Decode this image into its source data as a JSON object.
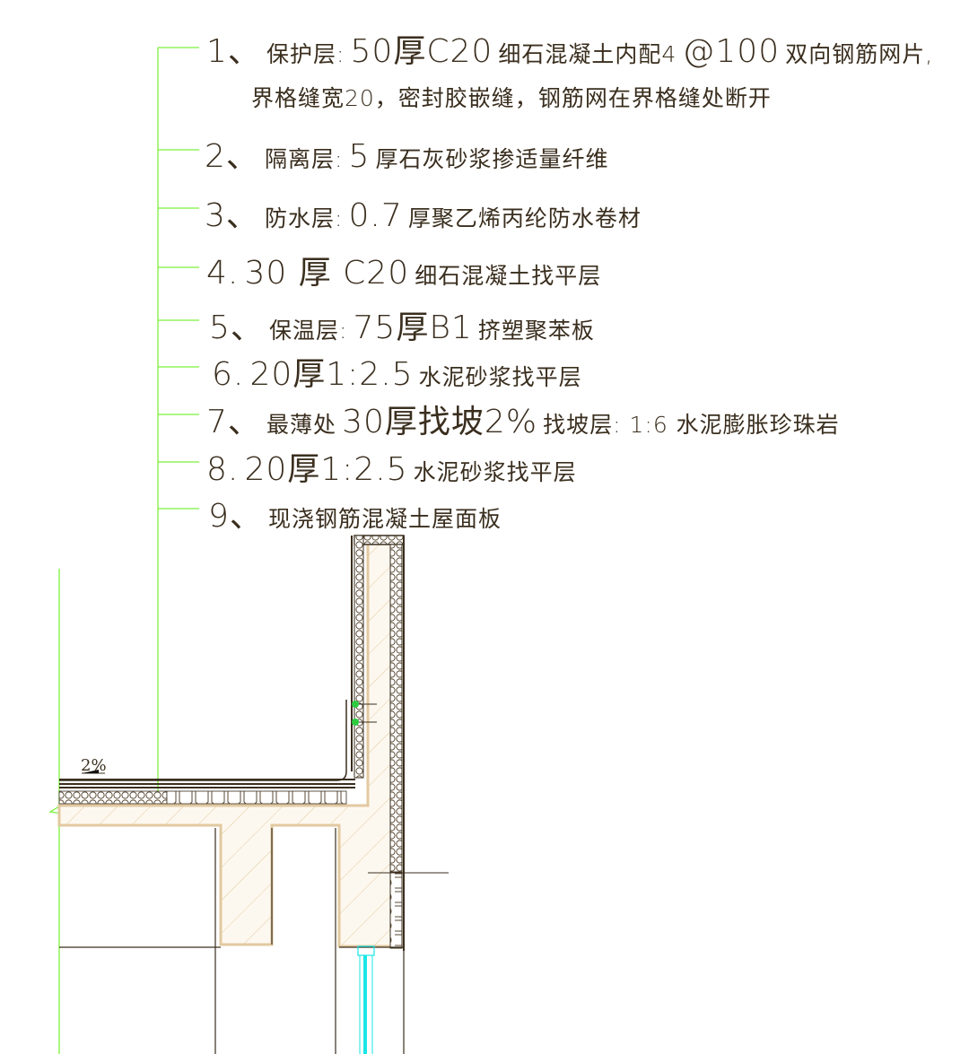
{
  "drawing": {
    "type": "roof-parapet-section-detail",
    "colors": {
      "leader": "#7cf03c",
      "text": "#3a2e1e",
      "outline": "#3a2e1e",
      "concrete_fill": "#e9d5b5",
      "insulation": "#5a4a35",
      "window_glass": "#19e6e6"
    },
    "slope_label": "2%",
    "notes": [
      {
        "num": "1、",
        "parts": [
          "保护层:",
          "50厚C20",
          "细石混凝土内配4",
          "@100",
          "双向钢筋网片,"
        ],
        "line2": "界格缝宽20，密封胶嵌缝，钢筋网在界格缝处断开"
      },
      {
        "num": "2、",
        "parts": [
          "隔离层:",
          "5",
          "厚石灰砂浆掺适量纤维"
        ]
      },
      {
        "num": "3、",
        "parts": [
          "防水层:",
          "0.7",
          "厚聚乙烯丙纶防水卷材"
        ]
      },
      {
        "num": "4.",
        "parts": [
          "",
          "30 厚 C20",
          "细石混凝土找平层"
        ]
      },
      {
        "num": "5、",
        "parts": [
          "保温层:",
          "75厚B1",
          "挤塑聚苯板"
        ]
      },
      {
        "num": "6.",
        "parts": [
          "",
          "20厚1:2.5",
          "水泥砂浆找平层"
        ]
      },
      {
        "num": "7、",
        "parts": [
          "最薄处",
          "30厚找坡2%",
          "找坡层: 1:6 水泥膨胀珍珠岩"
        ]
      },
      {
        "num": "8.",
        "parts": [
          "",
          "20厚1:2.5",
          "水泥砂浆找平层"
        ]
      },
      {
        "num": "9、",
        "parts": [
          "现浇钢筋混凝土屋面板",
          "",
          ""
        ]
      }
    ]
  }
}
